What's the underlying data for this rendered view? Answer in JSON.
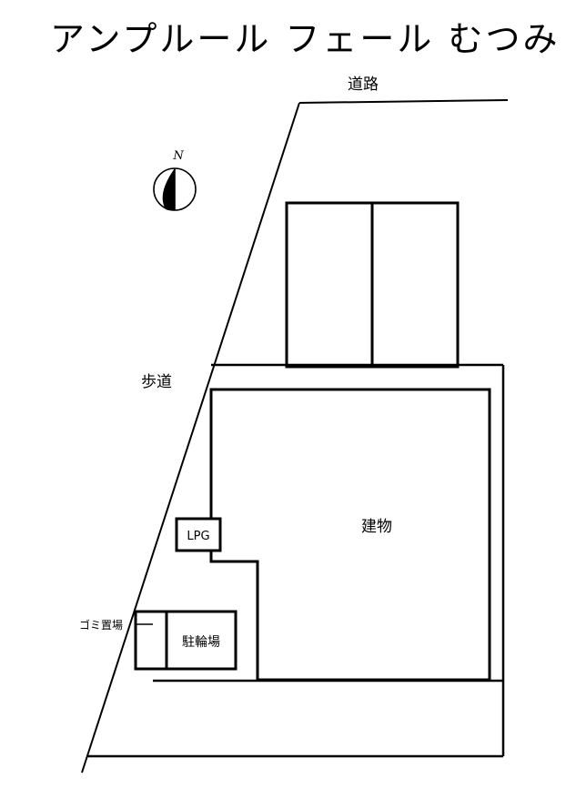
{
  "document": {
    "kind": "site-plan",
    "title": "アンプルール フェール むつみ",
    "background_color": "#ffffff",
    "line_color": "#000000"
  },
  "labels": {
    "road": "道路",
    "sidewalk": "歩道",
    "building": "建物",
    "bicycle_parking": "駐輪場",
    "garbage_area": "ゴミ置場",
    "lpg": "LPG",
    "compass_north": "N"
  },
  "legend": {
    "items": [
      {
        "key": "road",
        "text": "道路",
        "meaning_position": "top"
      },
      {
        "key": "sidewalk",
        "text": "歩道",
        "meaning_position": "left"
      },
      {
        "key": "building",
        "text": "建物",
        "meaning_position": "center"
      },
      {
        "key": "bicycle_parking",
        "text": "駐輪場",
        "meaning_position": "lower-left"
      },
      {
        "key": "garbage_area",
        "text": "ゴミ置場",
        "meaning_position": "far-left"
      },
      {
        "key": "lpg",
        "text": "LPG",
        "meaning_position": "mid-left"
      }
    ]
  }
}
